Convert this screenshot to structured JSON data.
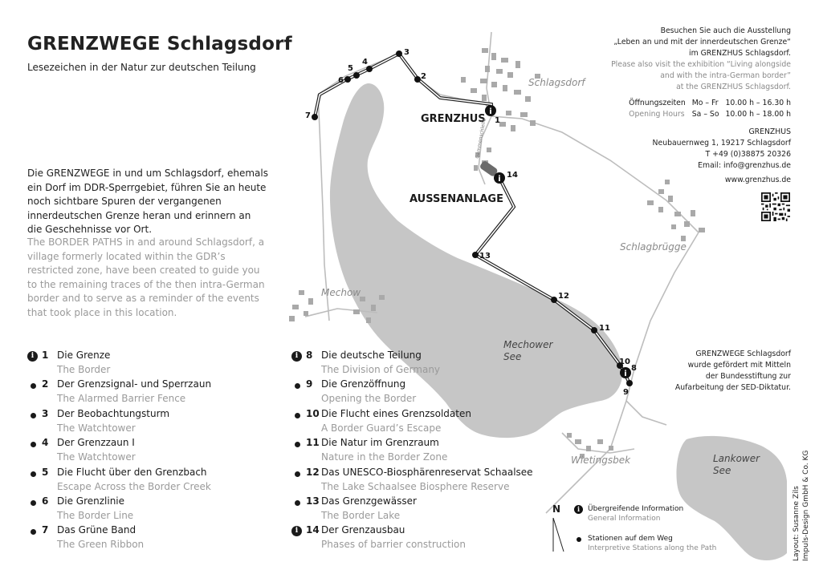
{
  "header": {
    "title": "GRENZWEGE Schlagsdorf",
    "subtitle": "Lesezeichen in der Natur zur deutschen Teilung"
  },
  "intro": {
    "de": "Die GRENZWEGE in und um Schlagsdorf, ehemals ein Dorf im DDR-Sperrgebiet, führen Sie an heute noch sichtbare Spuren der vergangenen innerdeutschen Grenze heran und erinnern an die Geschehnisse vor Ort.",
    "en": "The BORDER PATHS in and around Schlagsdorf, a village formerly located within the GDR’s restricted zone, have been created to guide you to the remaining traces of the then intra-German border and to serve as a reminder of the events that took place in this location."
  },
  "stations_left": [
    {
      "num": "1",
      "de": "Die Grenze",
      "en": "The Border",
      "marker": "info"
    },
    {
      "num": "2",
      "de": "Der Grenzsignal- und Sperrzaun",
      "en": "The Alarmed Barrier Fence",
      "marker": "dot"
    },
    {
      "num": "3",
      "de": "Der Beobachtungsturm",
      "en": "The Watchtower",
      "marker": "dot"
    },
    {
      "num": "4",
      "de": "Der Grenzzaun I",
      "en": "The Watchtower",
      "marker": "dot"
    },
    {
      "num": "5",
      "de": "Die Flucht über den Grenzbach",
      "en": "Escape Across the Border Creek",
      "marker": "dot"
    },
    {
      "num": "6",
      "de": "Die Grenzlinie",
      "en": "The Border Line",
      "marker": "dot"
    },
    {
      "num": "7",
      "de": "Das Grüne Band",
      "en": "The Green Ribbon",
      "marker": "dot"
    }
  ],
  "stations_right": [
    {
      "num": "8",
      "de": "Die deutsche Teilung",
      "en": "The Division of Germany",
      "marker": "info"
    },
    {
      "num": "9",
      "de": "Die Grenzöffnung",
      "en": "Opening the Border",
      "marker": "dot"
    },
    {
      "num": "10",
      "de": "Die Flucht eines Grenzsoldaten",
      "en": "A Border Guard’s Escape",
      "marker": "dot"
    },
    {
      "num": "11",
      "de": "Die Natur im Grenzraum",
      "en": "Nature in the Border Zone",
      "marker": "dot"
    },
    {
      "num": "12",
      "de": "Das UNESCO-Biosphärenreservat Schaalsee",
      "en": "The Lake Schaalsee Biosphere Reserve",
      "marker": "dot"
    },
    {
      "num": "13",
      "de": "Das Grenzgewässer",
      "en": "The Border Lake",
      "marker": "dot"
    },
    {
      "num": "14",
      "de": "Der Grenzausbau",
      "en": "Phases of barrier construction",
      "marker": "info"
    }
  ],
  "exhibition": {
    "line1": "Besuchen Sie auch die Ausstellung",
    "line2": "„Leben an und mit der innerdeutschen Grenze“",
    "line3": "im GRENZHUS Schlagsdorf.",
    "line4": "Please also visit the exhibition “Living alongside",
    "line5": "and with the intra-German border”",
    "line6": "at the GRENZHUS Schlagsdorf."
  },
  "hours": {
    "de_label": "Öffnungszeiten",
    "de_days": "Mo – Fr",
    "de_time": "10.00 h – 16.30 h",
    "en_label": "Opening Hours",
    "en_days": "Sa – So",
    "en_time": "10.00 h – 18.00 h"
  },
  "contact": {
    "name": "GRENZHUS",
    "address": "Neubauernweg 1, 19217 Schlagsdorf",
    "phone": "T +49 (0)38875 20326",
    "email": "Email: info@grenzhus.de",
    "web": "www.grenzhus.de"
  },
  "funding": {
    "line1": "GRENZWEGE Schlagsdorf",
    "line2": "wurde gefördert mit Mitteln",
    "line3": "der Bundesstiftung zur",
    "line4": "Aufarbeitung der SED-Diktatur."
  },
  "map": {
    "places": {
      "schlagsdorf": "Schlagsdorf",
      "schlagbruegge": "Schlagbrügge",
      "mechow": "Mechow",
      "wietingsbek": "Wietingsbek"
    },
    "lakes": {
      "mechower_see_1": "Mechower",
      "mechower_see_2": "See",
      "lankower_see_1": "Lankower",
      "lankower_see_2": "See"
    },
    "poi": {
      "grenzhus": "GRENZHUS",
      "aussenanlage": "AUSSENANLAGE"
    },
    "road_label": "Gammenschleife",
    "station_numbers": [
      "1",
      "2",
      "3",
      "4",
      "5",
      "6",
      "7",
      "8",
      "9",
      "10",
      "11",
      "12",
      "13",
      "14"
    ],
    "colors": {
      "lake": "#c6c6c6",
      "route": "#222222",
      "settlement": "#9a9a9a",
      "road": "#b8b8b8"
    }
  },
  "legend": {
    "north": "N",
    "info_de": "Übergreifende Information",
    "info_en": "General Information",
    "station_de": "Stationen auf dem Weg",
    "station_en": "Interpretive Stations along the Path"
  },
  "credit": {
    "line1": "Layout: Susanne Zils",
    "line2": "Impuls-Design GmbH & Co. KG"
  }
}
